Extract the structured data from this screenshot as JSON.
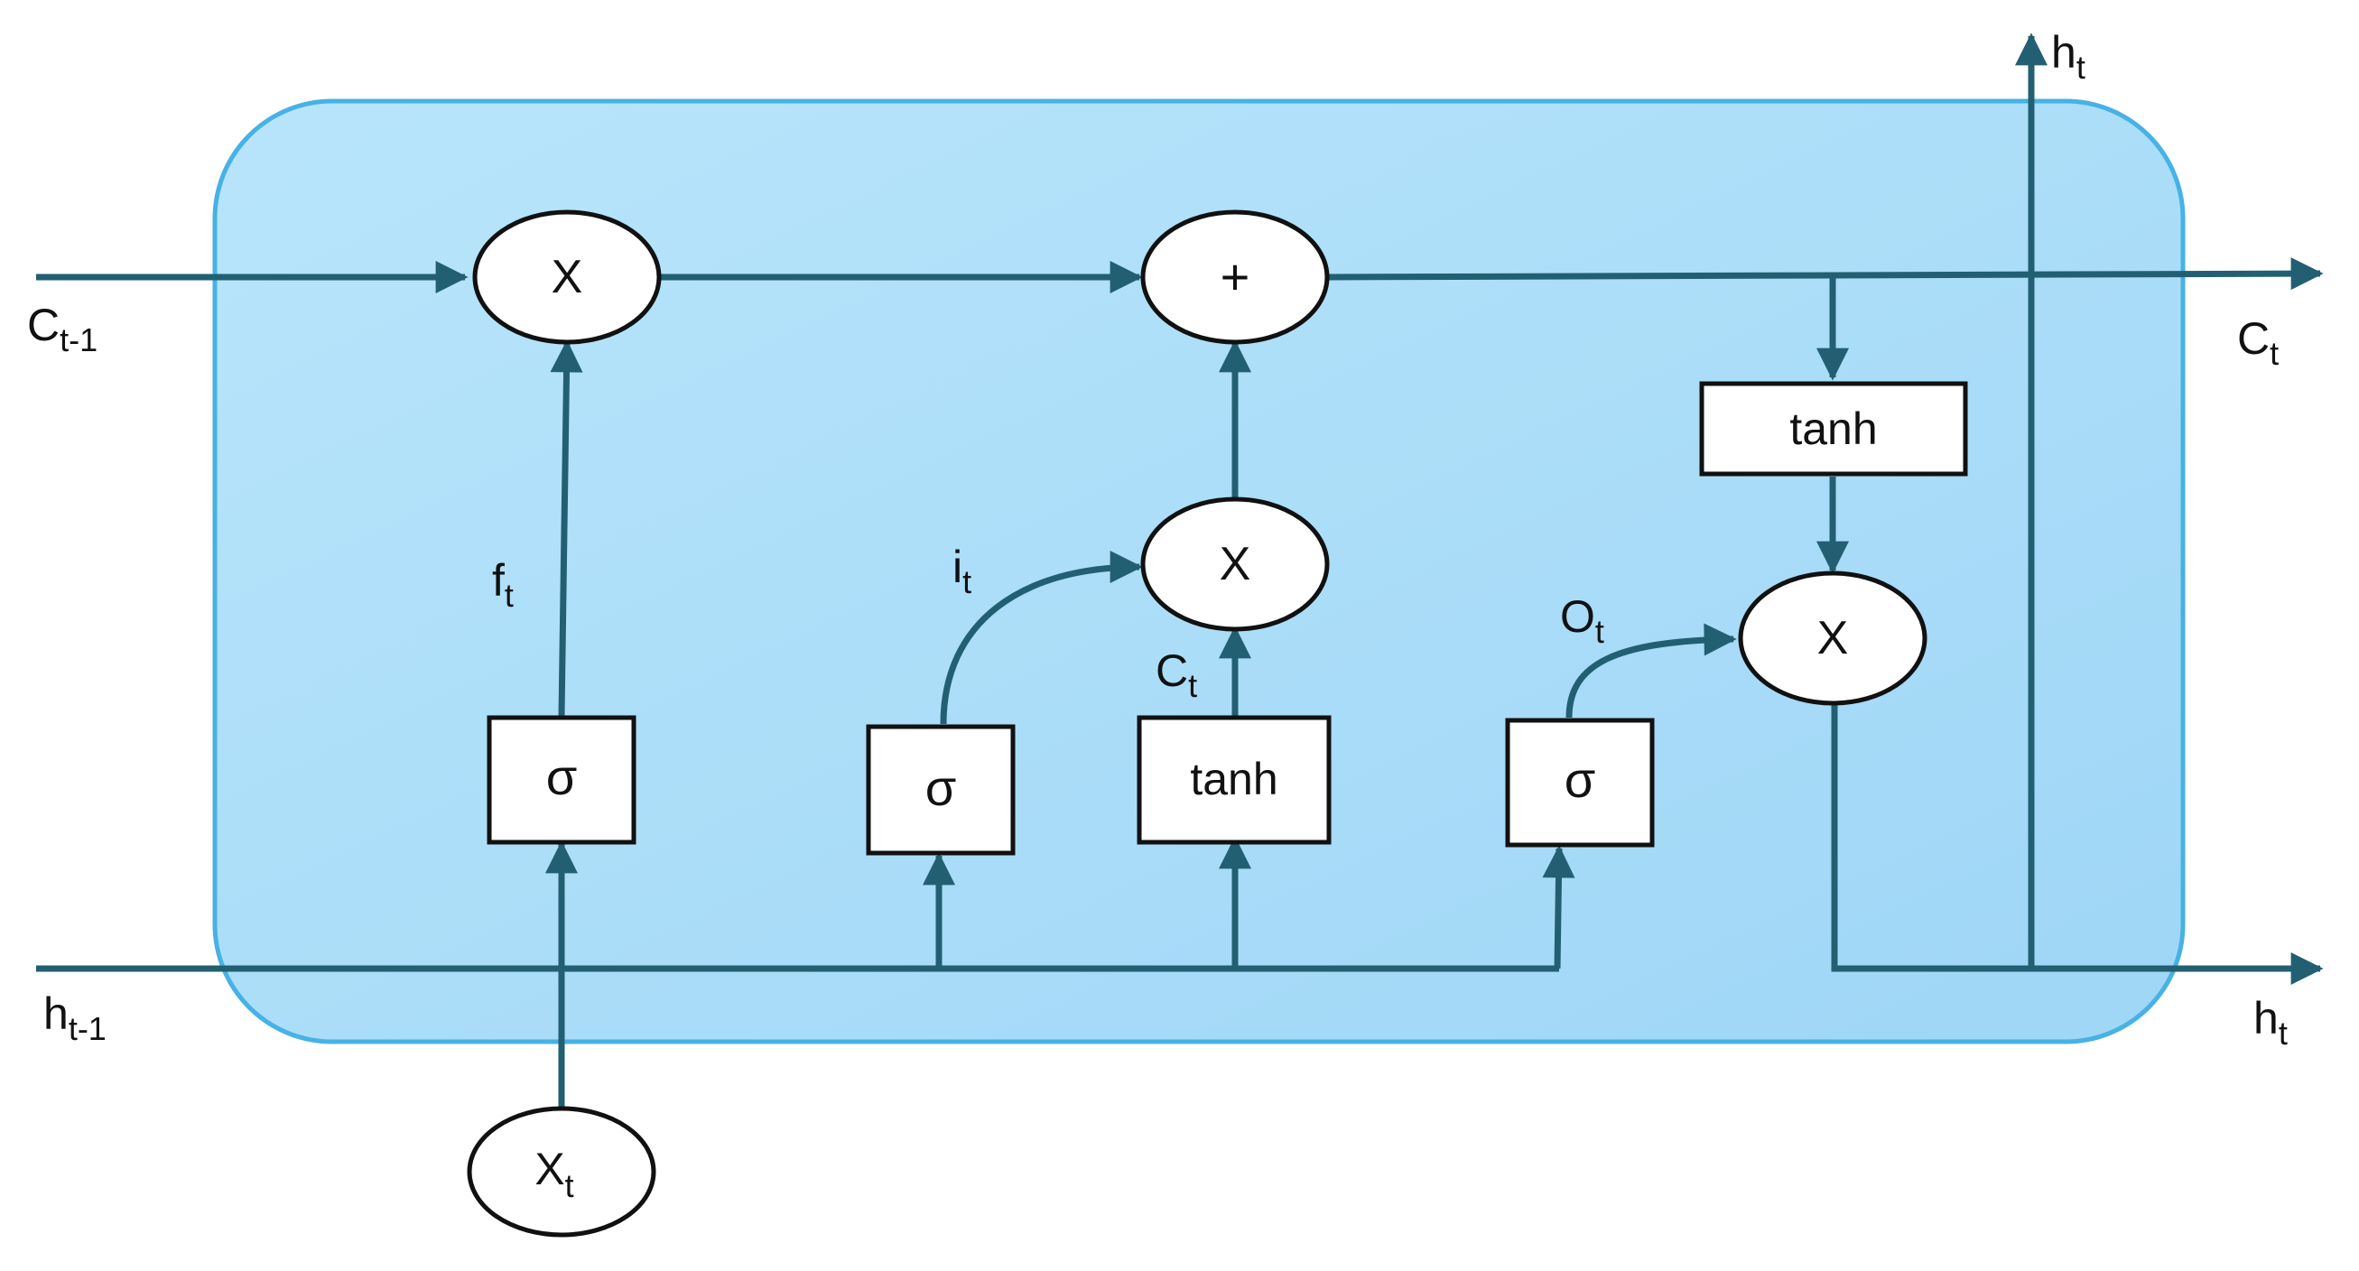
{
  "diagram": {
    "colors": {
      "cell_fill": "#aee0fa",
      "cell_border": "#46b2e6",
      "line": "#235f72",
      "node_fill": "#ffffff",
      "node_stroke": "#111111"
    },
    "labels": {
      "c_prev": {
        "main": "C",
        "sub": "t-1"
      },
      "h_prev": {
        "main": "h",
        "sub": "t-1"
      },
      "c_out": {
        "main": "C",
        "sub": "t"
      },
      "h_out_right": {
        "main": "h",
        "sub": "t"
      },
      "h_out_top": {
        "main": "h",
        "sub": "t"
      },
      "forget_gate": {
        "main": "f",
        "sub": "t"
      },
      "input_gate": {
        "main": "i",
        "sub": "t"
      },
      "candidate": {
        "main": "C",
        "sub": "t"
      },
      "output_gate": {
        "main": "O",
        "sub": "t"
      },
      "input_x": {
        "main": "X",
        "sub": "t"
      }
    },
    "operators": {
      "forget_mult": "X",
      "cell_add": "+",
      "input_mult": "X",
      "output_mult": "X"
    },
    "gates": {
      "forget_sigma": "σ",
      "input_sigma": "σ",
      "candidate_tanh": "tanh",
      "output_sigma": "σ",
      "cell_tanh": "tanh"
    }
  }
}
